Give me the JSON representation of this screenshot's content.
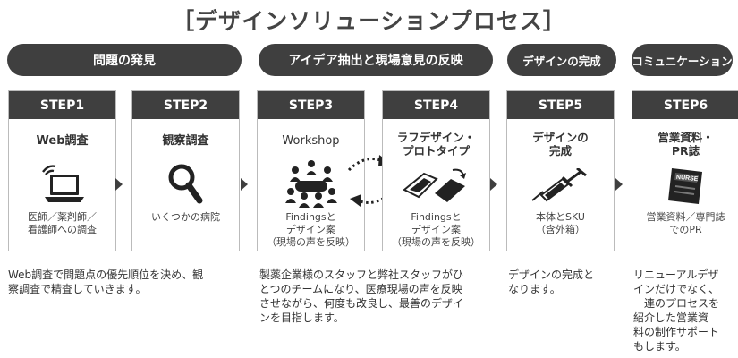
{
  "title": "［デザインソリューションプロセス］",
  "phases": [
    {
      "label": "問題の発見"
    },
    {
      "label": "アイデア抽出と現場意見の反映"
    },
    {
      "label": "デザインの完成"
    },
    {
      "label": "コミュニケーション"
    }
  ],
  "steps": [
    {
      "step": "STEP1",
      "name": "Web調査",
      "icon": "laptop-wifi-icon",
      "note_lines": [
        "医師／薬剤師／",
        "看護師への調査"
      ]
    },
    {
      "step": "STEP2",
      "name": "観察調査",
      "icon": "magnifier-icon",
      "note_lines": [
        "いくつかの病院"
      ]
    },
    {
      "step": "STEP3",
      "name": "Workshop",
      "icon": "team-meeting-icon",
      "note_lines": [
        "Findingsと",
        "デザイン案",
        "（現場の声を反映）"
      ]
    },
    {
      "step": "STEP4",
      "name_lines": [
        "ラフデザイン・",
        "プロトタイプ"
      ],
      "icon": "prototype-sketch-icon",
      "note_lines": [
        "Findingsと",
        "デザイン案",
        "（現場の声を反映）"
      ]
    },
    {
      "step": "STEP5",
      "name_lines": [
        "デザインの",
        "完成"
      ],
      "icon": "syringe-icon",
      "note_lines": [
        "本体とSKU",
        "（含外箱）"
      ]
    },
    {
      "step": "STEP6",
      "name_lines": [
        "営業資料・",
        "PR誌"
      ],
      "icon": "magazine-icon",
      "magazine_text": "NURSE",
      "note_lines": [
        "営業資料／専門誌",
        "でのPR"
      ]
    }
  ],
  "descriptions": [
    {
      "lines": [
        "Web調査で問題点の優先順位を決め、観",
        "察調査で精査していきます。"
      ]
    },
    {
      "lines": [
        "製薬企業様のスタッフと弊社スタッフがひ",
        "とつのチームになり、医療現場の声を反映",
        "させながら、何度も改良し、最善のデザイ",
        "ンを目指します。"
      ]
    },
    {
      "lines": [
        "デザインの完成と",
        "なります。"
      ]
    },
    {
      "lines": [
        "リニューアルデザ",
        "インだけでなく、",
        "一連のプロセスを",
        "紹介した営業資",
        "料の制作サポート",
        "もします。"
      ]
    }
  ]
}
